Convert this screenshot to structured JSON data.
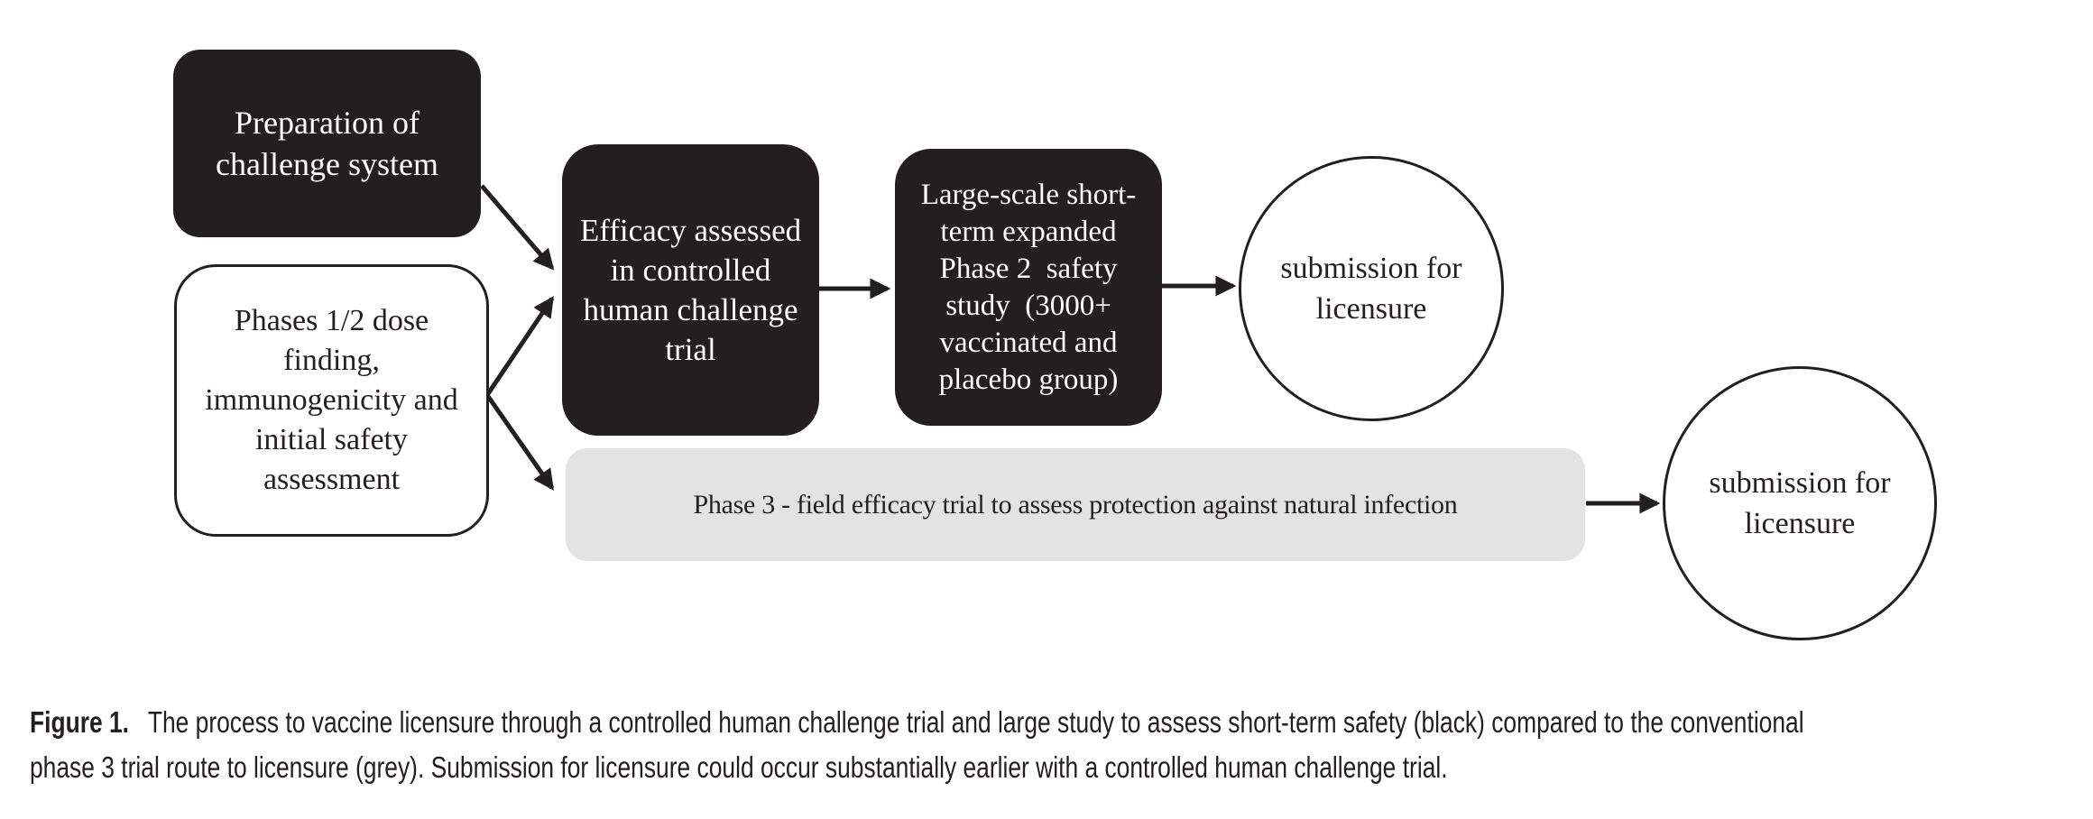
{
  "diagram": {
    "colors": {
      "black": "#231f20",
      "grey": "#e3e3e3",
      "white": "#ffffff",
      "ink": "#231f20"
    },
    "nodes": {
      "preparation": {
        "style": "black",
        "lines": [
          "Preparation of",
          "challenge system"
        ]
      },
      "phases12": {
        "style": "white-outline",
        "lines": [
          "Phases 1/2 dose",
          "finding,",
          "immunogenicity and",
          "initial safety",
          "assessment"
        ]
      },
      "challenge_trial": {
        "style": "black",
        "lines": [
          "Efficacy assessed",
          "in controlled",
          "human challenge",
          "trial"
        ]
      },
      "phase2_safety": {
        "style": "black",
        "lines": [
          "Large-scale short-",
          "term expanded",
          "Phase 2  safety",
          "study  (3000+",
          "vaccinated and",
          "placebo group)"
        ]
      },
      "submission_top": {
        "style": "circle",
        "lines": [
          "submission for",
          "licensure"
        ]
      },
      "phase3_field": {
        "style": "grey",
        "lines": [
          "Phase 3 - field efficacy trial to assess protection against natural infection"
        ]
      },
      "submission_bottom": {
        "style": "circle",
        "lines": [
          "submission for",
          "licensure"
        ]
      }
    }
  },
  "caption": {
    "label": "Figure 1.",
    "line1": "The process to vaccine licensure through a controlled human challenge trial and large study to assess short-term safety (black) compared to the conventional",
    "line2": "phase 3 trial route to licensure (grey). Submission for licensure could occur substantially earlier with a controlled human challenge trial."
  }
}
